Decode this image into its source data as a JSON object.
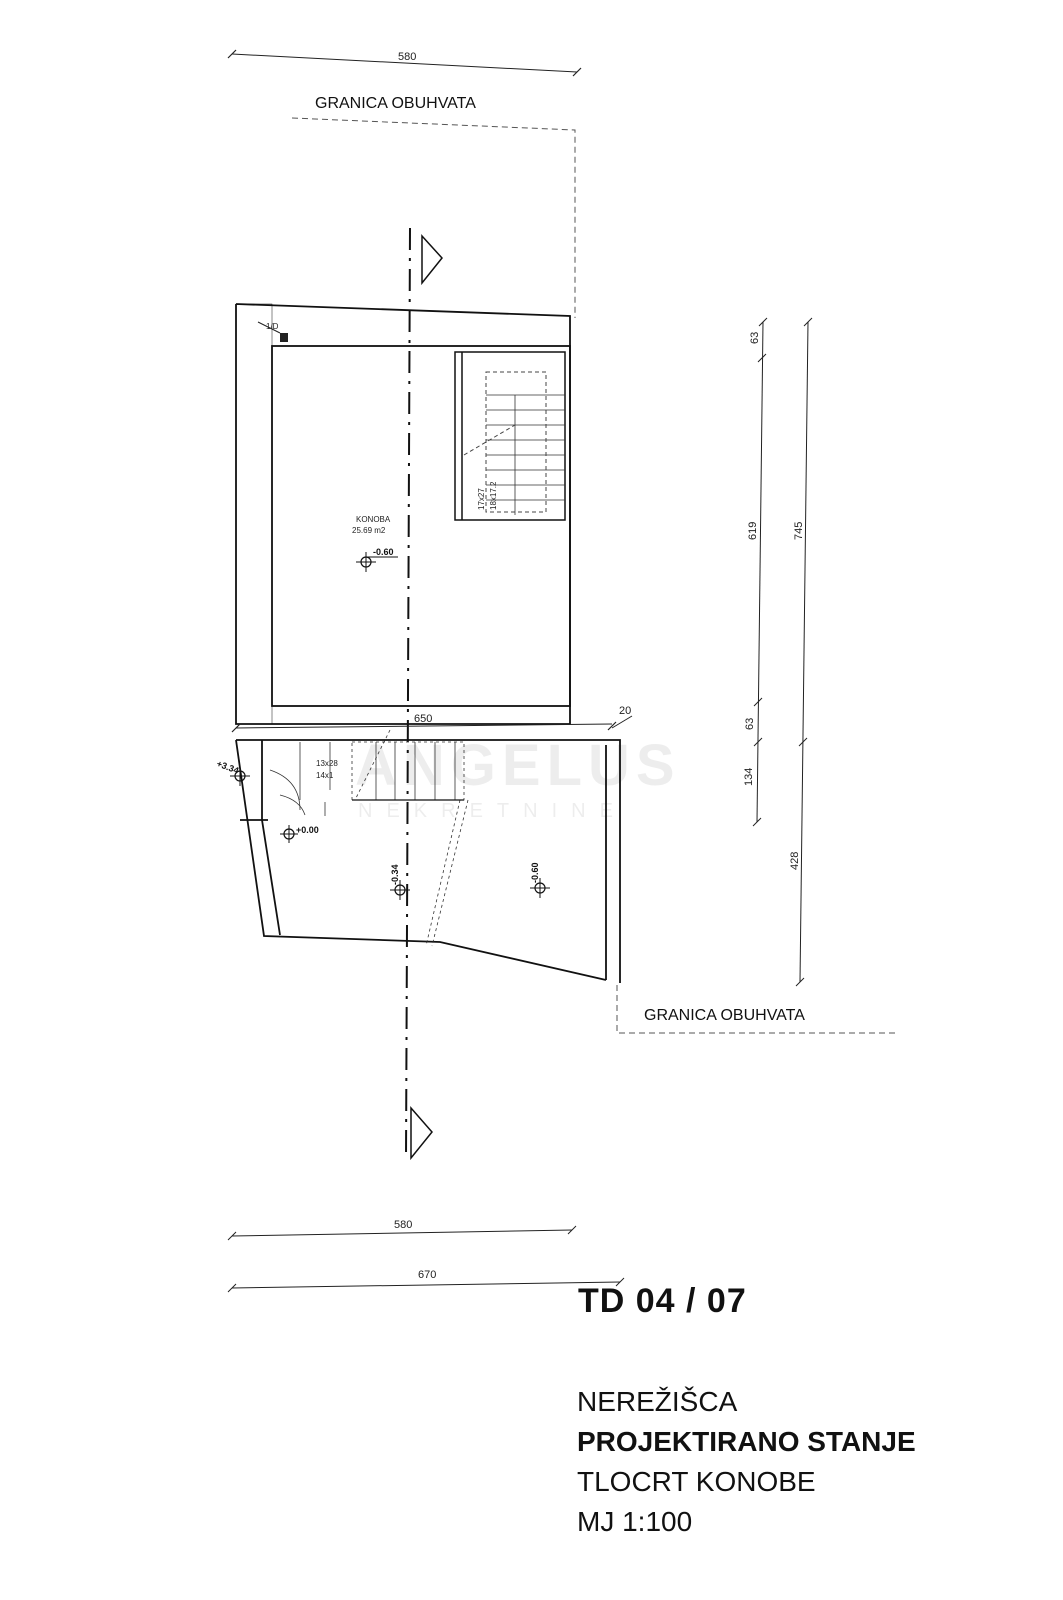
{
  "dimensions": {
    "top_width": "580",
    "mid_width": "650",
    "mid_offset": "20",
    "bottom_width_1": "580",
    "bottom_width_2": "670",
    "right_seg_1": "63",
    "right_seg_2": "619",
    "right_seg_3": "63",
    "right_seg_4": "134",
    "right_total_1": "745",
    "right_total_2": "428"
  },
  "boundary_labels": {
    "top": "GRANICA OBUHVATA",
    "bottom": "GRANICA OBUHVATA"
  },
  "room": {
    "name": "KONOBA",
    "area": "25.69 m2",
    "level": "-0.60"
  },
  "stairs": {
    "upper_label_1": "17x27",
    "upper_label_2": "18x17.2",
    "lower_label_1": "13x28",
    "lower_label_2": "14x1"
  },
  "levels": {
    "entry": "+0.00",
    "mid": "-0.34",
    "right": "-0.60",
    "left_edge": "+3.34"
  },
  "corner_mark": "1/D",
  "watermark": {
    "brand": "ANGELUS",
    "sub": "NEKRETNINE"
  },
  "sheet_code": "TD 04 / 07",
  "title_block": {
    "location": "NEREŽIŠCA",
    "state": "PROJEKTIRANO STANJE",
    "drawing": "TLOCRT KONOBE",
    "scale": "MJ 1:100"
  }
}
